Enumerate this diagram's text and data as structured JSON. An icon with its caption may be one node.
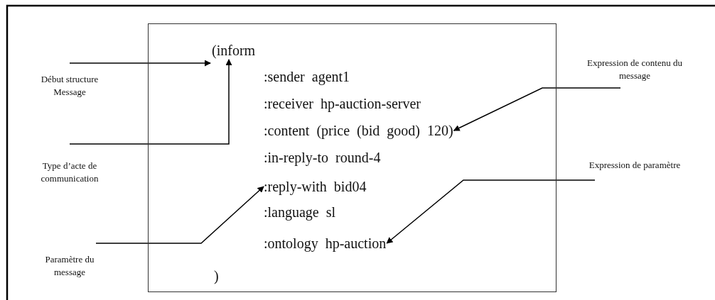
{
  "diagram": {
    "nodes": [
      {
        "text": [],
        "shape": "box"
      },
      {
        "text": [
          "(inform"
        ],
        "in": 0
      },
      {
        "text": [
          ":sender agent1"
        ],
        "in": 0
      },
      {
        "text": [
          ":receiver hp-auction-server"
        ],
        "in": 0
      },
      {
        "text": [
          ":content (price (bid good) 120)"
        ],
        "in": 0
      },
      {
        "text": [
          ":in-reply-to round-4"
        ],
        "in": 0
      },
      {
        "text": [
          ":reply-with bid04"
        ],
        "in": 0
      },
      {
        "text": [
          ":language sl"
        ],
        "in": 0
      },
      {
        "text": [
          ":ontology hp-auction"
        ],
        "in": 0
      },
      {
        "text": [
          ")"
        ],
        "in": 0
      },
      {
        "text": [
          "Début structure Message"
        ]
      },
      {
        "text": [
          "Type d’acte de communication"
        ]
      },
      {
        "text": [
          "Paramètre du message"
        ]
      },
      {
        "text": [
          "Expression de contenu du message"
        ]
      },
      {
        "text": [
          "Expression de paramètre"
        ]
      }
    ],
    "edges": [
      {
        "from": 10,
        "to": 1,
        "arrow": "to"
      },
      {
        "from": 11,
        "to": 1,
        "arrow": "to"
      },
      {
        "from": 12,
        "to": 6,
        "arrow": "to"
      },
      {
        "from": 13,
        "to": 4,
        "arrow": "to"
      },
      {
        "from": 14,
        "to": 8,
        "arrow": "to"
      }
    ]
  }
}
